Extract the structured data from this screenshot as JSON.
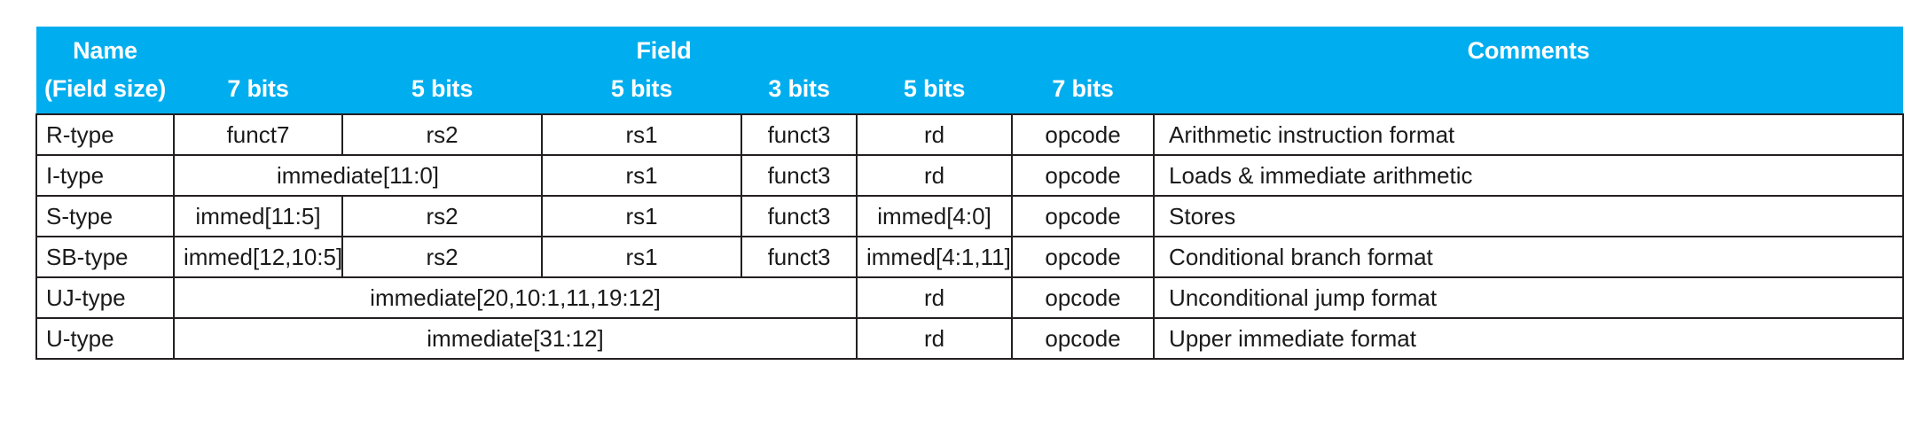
{
  "table": {
    "header": {
      "group_labels": {
        "name": "Name",
        "field": "Field",
        "comments": "Comments"
      },
      "size_row": {
        "name": "(Field size)",
        "sizes": [
          "7 bits",
          "5 bits",
          "5 bits",
          "3 bits",
          "5 bits",
          "7 bits"
        ]
      },
      "header_bg": "#00AEEF",
      "header_fg": "#FFFFFF"
    },
    "rows": [
      {
        "name": "R-type",
        "cells": [
          "funct7",
          "rs2",
          "rs1",
          "funct3",
          "rd",
          "opcode"
        ],
        "comment": "Arithmetic instruction format"
      },
      {
        "name": "I-type",
        "cells": [
          "immediate[11:0]",
          "rs1",
          "funct3",
          "rd",
          "opcode"
        ],
        "comment": "Loads & immediate arithmetic"
      },
      {
        "name": "S-type",
        "cells": [
          "immed[11:5]",
          "rs2",
          "rs1",
          "funct3",
          "immed[4:0]",
          "opcode"
        ],
        "comment": "Stores"
      },
      {
        "name": "SB-type",
        "cells": [
          "immed[12,10:5]",
          "rs2",
          "rs1",
          "funct3",
          "immed[4:1,11]",
          "opcode"
        ],
        "comment": "Conditional branch format"
      },
      {
        "name": "UJ-type",
        "cells": [
          "immediate[20,10:1,11,19:12]",
          "rd",
          "opcode"
        ],
        "comment": "Unconditional jump format"
      },
      {
        "name": "U-type",
        "cells": [
          "immediate[31:12]",
          "rd",
          "opcode"
        ],
        "comment": "Upper immediate format"
      }
    ]
  }
}
